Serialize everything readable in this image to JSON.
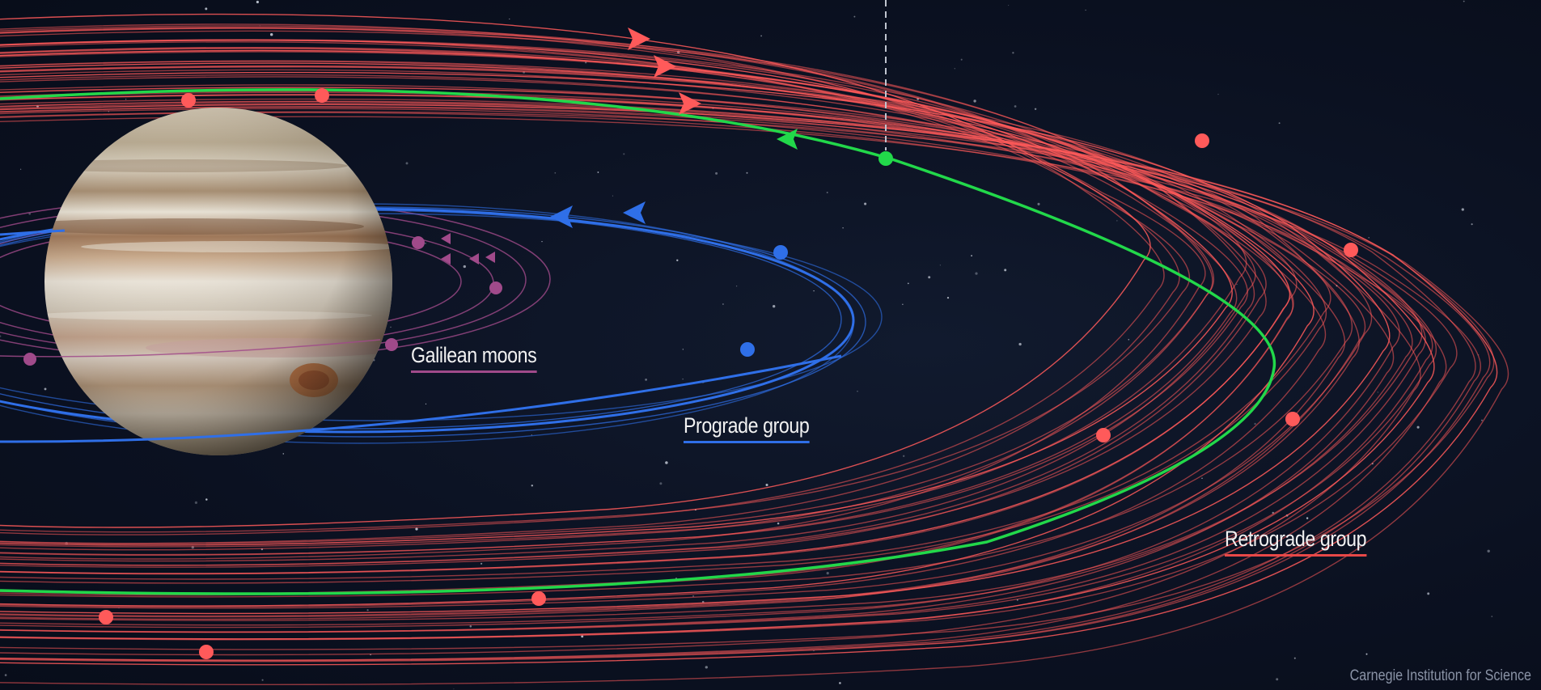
{
  "labels": {
    "galilean": "Galilean moons",
    "prograde": "Prograde group",
    "retrograde": "Retrograde group"
  },
  "credit": "Carnegie Institution for Science",
  "colors": {
    "background": "#0b1121",
    "galilean": "#a04a8a",
    "prograde": "#2f6fe8",
    "retrograde": "#ff5a5a",
    "highlight": "#22d84a"
  }
}
